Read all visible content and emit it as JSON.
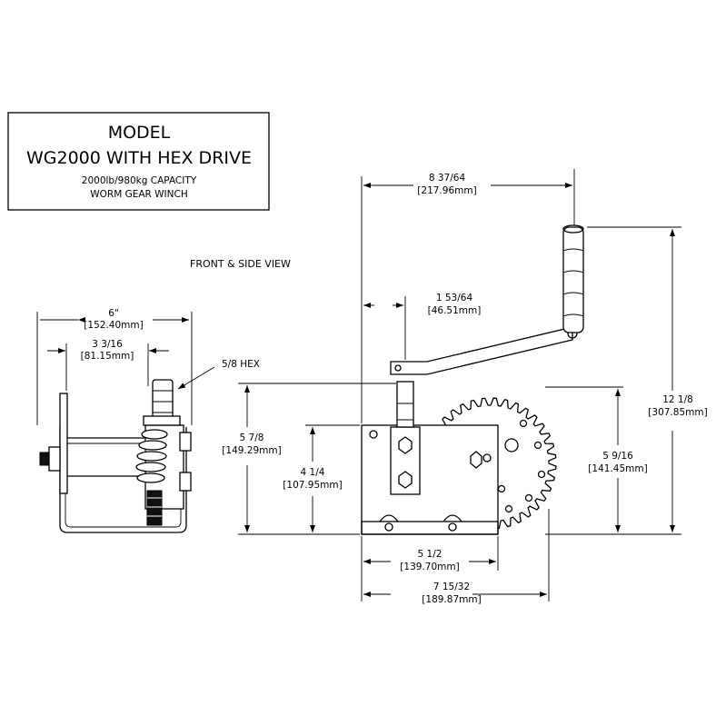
{
  "title_block": {
    "line1": "MODEL",
    "line2": "WG2000  WITH  HEX  DRIVE",
    "line3": "2000lb/980kg  CAPACITY",
    "line4": "WORM  GEAR  WINCH"
  },
  "view_label": "FRONT  &  SIDE  VIEW",
  "callouts": {
    "hex": "5/8  HEX"
  },
  "side_view": {
    "overall_width": {
      "imperial": "6\"",
      "metric": "[152.40mm]"
    },
    "inner_width": {
      "imperial": "3  3/16",
      "metric": "[81.15mm]"
    }
  },
  "front_view": {
    "overall_span": {
      "imperial": "8  37/64",
      "metric": "[217.96mm]"
    },
    "shaft_offset": {
      "imperial": "1  53/64",
      "metric": "[46.51mm]"
    },
    "total_height": {
      "imperial": "12  1/8",
      "metric": "[307.85mm]"
    },
    "shaft_height": {
      "imperial": "5  7/8",
      "metric": "[149.29mm]"
    },
    "body_height": {
      "imperial": "4  1/4",
      "metric": "[107.95mm]"
    },
    "gear_height": {
      "imperial": "5  9/16",
      "metric": "[141.45mm]"
    },
    "base_width": {
      "imperial": "5  1/2",
      "metric": "[139.70mm]"
    },
    "overall_width": {
      "imperial": "7  15/32",
      "metric": "[189.87mm]"
    }
  }
}
